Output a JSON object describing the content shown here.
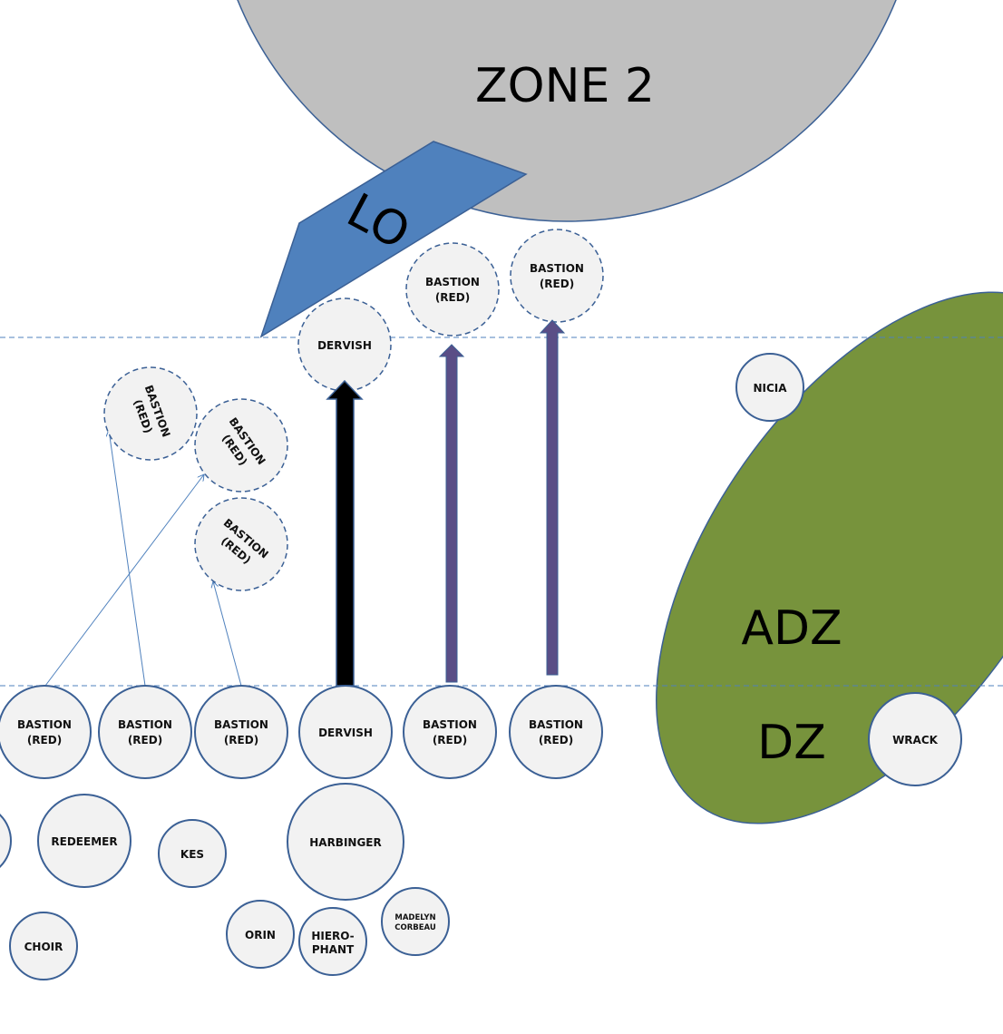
{
  "colors": {
    "zone": "#bfbfbf",
    "lo": "#4f81bd",
    "adz": "#77933c",
    "outline": "#3b6095",
    "node_fill": "#f2f2f2",
    "arrow_black": "#000000",
    "arrow_purple": "#5a4e86",
    "guide_line": "#4f81bd"
  },
  "areas": {
    "zone2": "ZONE 2",
    "lo": "LO",
    "adz": "ADZ",
    "dz": "DZ"
  },
  "nodes": {
    "bastion": "BASTION",
    "red": "(RED)",
    "dervish": "DERVISH",
    "redeemer": "REDEEMER",
    "kes": "KES",
    "harbinger": "HARBINGER",
    "choir": "CHOIR",
    "orin": "ORIN",
    "hiero1": "HIERO-",
    "hiero2": "PHANT",
    "madelyn1": "MADELYN",
    "madelyn2": "CORBEAU",
    "nicia": "NICIA",
    "wrack": "WRACK"
  }
}
